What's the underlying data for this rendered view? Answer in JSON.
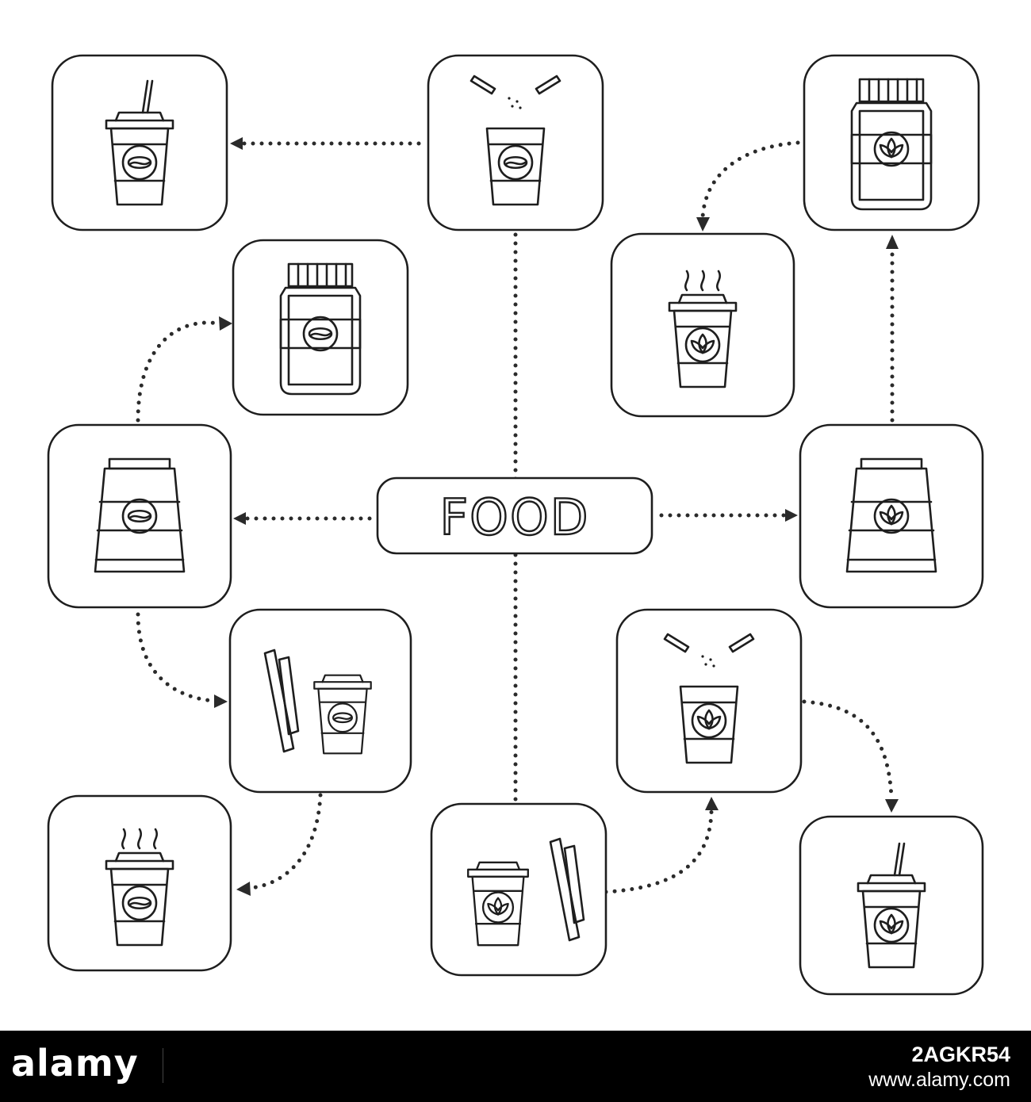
{
  "diagram": {
    "center_label": "FOOD",
    "colors": {
      "stroke": "#1e1e1e",
      "background": "#ffffff",
      "footer": "#000000"
    },
    "nodes": [
      {
        "id": "coffee-cup-straw",
        "icon": "coffee-cold-cup-straw-icon"
      },
      {
        "id": "coffee-cup-sugar",
        "icon": "coffee-cup-sugar-sticks-icon"
      },
      {
        "id": "tea-jar",
        "icon": "tea-jar-icon"
      },
      {
        "id": "coffee-jar",
        "icon": "coffee-jar-icon"
      },
      {
        "id": "tea-cup-hot",
        "icon": "tea-hot-cup-icon"
      },
      {
        "id": "coffee-bag",
        "icon": "coffee-bag-icon"
      },
      {
        "id": "tea-bag",
        "icon": "tea-bag-icon"
      },
      {
        "id": "coffee-cup-sticks",
        "icon": "coffee-cup-sugar-sticks-icon"
      },
      {
        "id": "tea-cup-sugar",
        "icon": "tea-cup-sugar-sticks-icon"
      },
      {
        "id": "coffee-cup-hot",
        "icon": "coffee-hot-cup-icon"
      },
      {
        "id": "tea-cup-sticks",
        "icon": "tea-cup-sugar-sticks-icon"
      },
      {
        "id": "tea-cup-straw",
        "icon": "tea-cold-cup-straw-icon"
      }
    ]
  },
  "footer": {
    "logo": "alamy",
    "image_id": "2AGKR54",
    "site": "www.alamy.com"
  }
}
